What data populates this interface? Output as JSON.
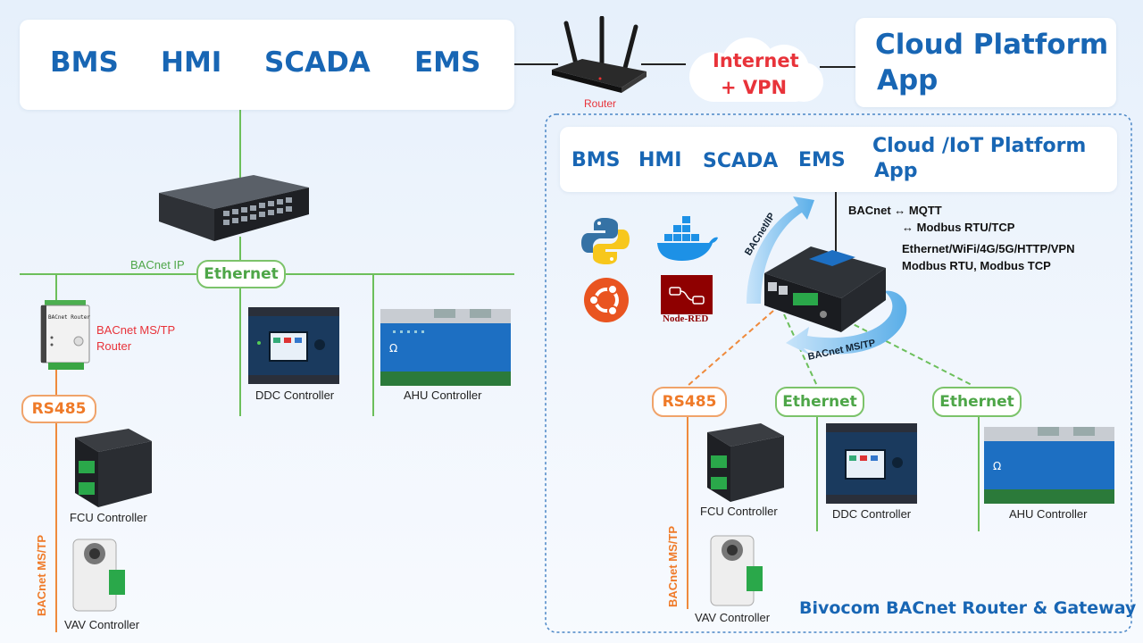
{
  "top_left_panel": {
    "items": [
      "BMS",
      "HMI",
      "SCADA",
      "EMS"
    ]
  },
  "router": {
    "label": "Router"
  },
  "internet": {
    "label_line1": "Internet",
    "label_line2": "+ VPN"
  },
  "cloud_panel": {
    "line1": "Cloud Platform",
    "line2": "App"
  },
  "left_network": {
    "bacnet_ip_label": "BACnet IP",
    "ethernet_pill": "Ethernet",
    "bacnet_router": {
      "device_text": "BACnet Router",
      "label_line1": "BACnet MS/TP",
      "label_line2": "Router"
    },
    "ddc_label": "DDC Controller",
    "ahu_label": "AHU Controller",
    "rs485_pill": "RS485",
    "fcu_label": "FCU Controller",
    "vav_label": "VAV Controller",
    "mstp_vertical": "BACnet MS/TP"
  },
  "right_panel": {
    "items": [
      "BMS",
      "HMI",
      "SCADA",
      "EMS"
    ],
    "cloud_line1": "Cloud /IoT Platform",
    "cloud_line2": "App",
    "info": {
      "line1": "BACnet ↔ MQTT",
      "line2": "↔ Modbus RTU/TCP",
      "line3": "Ethernet/WiFi/4G/5G/HTTP/VPN",
      "line4": "Modbus RTU, Modbus TCP"
    },
    "arrow_up_label": "BACnet/IP",
    "arrow_around_label": "BACnet MS/TP",
    "node_red_label": "Node-RED",
    "rs485_pill": "RS485",
    "ethernet_pill_1": "Ethernet",
    "ethernet_pill_2": "Ethernet",
    "fcu_label": "FCU Controller",
    "ddc_label": "DDC Controller",
    "ahu_label": "AHU Controller",
    "vav_label": "VAV Controller",
    "mstp_vertical": "BACnet MS/TP",
    "footer_title": "Bivocom BACnet Router & Gateway"
  },
  "colors": {
    "blue_text": "#1866b4",
    "green_line": "#6cbf5b",
    "orange_line": "#ef8a3c",
    "red_text": "#e8333a",
    "dashed_border": "#4a86c6"
  },
  "icons": [
    "network-switch-icon",
    "router-icon",
    "cloud-icon",
    "python-icon",
    "docker-icon",
    "ubuntu-icon",
    "node-red-icon",
    "gateway-device-icon"
  ]
}
